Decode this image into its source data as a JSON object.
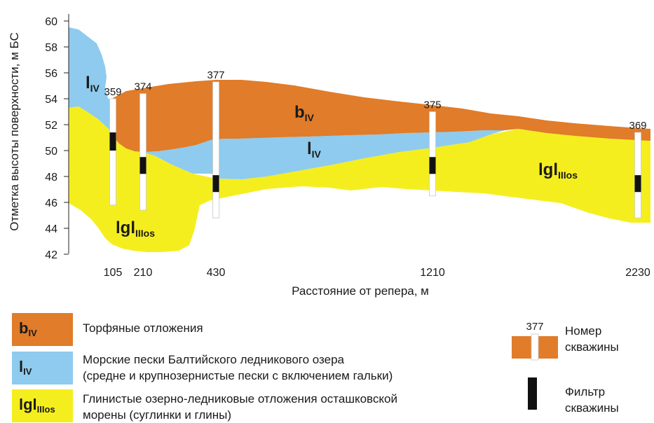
{
  "chart_data": {
    "type": "cross-section",
    "ylabel": "Отметка высоты поверхности, м БС",
    "xlabel": "Расстояние от репера, м",
    "yticks": [
      42,
      44,
      46,
      48,
      50,
      52,
      54,
      56,
      58,
      60
    ],
    "xticks": [
      105,
      210,
      430,
      1210,
      2230
    ],
    "ylim": [
      41.5,
      61
    ],
    "boreholes": [
      {
        "number": "359",
        "x": 105,
        "top": 54,
        "bottom": 45.8,
        "filter_top": 51.4,
        "filter_bottom": 50.0
      },
      {
        "number": "374",
        "x": 210,
        "top": 54.4,
        "bottom": 45.4,
        "filter_top": 49.5,
        "filter_bottom": 48.2
      },
      {
        "number": "377",
        "x": 430,
        "top": 55.3,
        "bottom": 44.8,
        "filter_top": 48.1,
        "filter_bottom": 46.8
      },
      {
        "number": "375",
        "x": 1210,
        "top": 53.0,
        "bottom": 46.5,
        "filter_top": 49.5,
        "filter_bottom": 48.2
      },
      {
        "number": "369",
        "x": 2230,
        "top": 51.4,
        "bottom": 44.8,
        "filter_top": 48.1,
        "filter_bottom": 46.8
      }
    ],
    "layer_labels": [
      {
        "main": "b",
        "sub": "IV"
      },
      {
        "main": "l",
        "sub": "IV"
      },
      {
        "main": "l",
        "sub": "IV"
      },
      {
        "main": "lgl",
        "sub": "IIIos"
      },
      {
        "main": "lgl",
        "sub": "IIIos"
      }
    ]
  },
  "legend": [
    {
      "main": "b",
      "sub": "IV",
      "color": "#e07c2a",
      "text": [
        "Торфяные отложения"
      ]
    },
    {
      "main": "l",
      "sub": "IV",
      "color": "#8ecbee",
      "text": [
        "Морские пески Балтийского ледникового озера",
        "(средне и крупнозернистые пески с включением гальки)"
      ]
    },
    {
      "main": "lgl",
      "sub": "IIIos",
      "color": "#f5ee1e",
      "text": [
        "Глинистые озерно-ледниковые отложения осташковской",
        "морены (суглинки и глины)"
      ]
    }
  ],
  "key": {
    "borehole_number_example": "377",
    "borehole_label": [
      "Номер",
      "скважины"
    ],
    "filter_label": [
      "Фильтр",
      "скважины"
    ]
  },
  "colors": {
    "peat": "#e07c2a",
    "sand": "#8ecbee",
    "clay": "#f5ee1e",
    "filter": "#111111"
  }
}
